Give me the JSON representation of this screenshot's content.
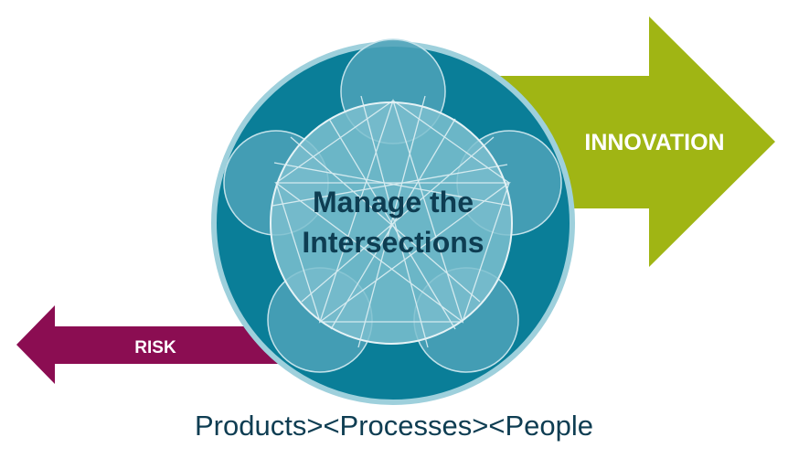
{
  "center_label": {
    "line1": "Manage the",
    "line2": "Intersections"
  },
  "arrows": {
    "innovation": {
      "label": "INNOVATION",
      "color": "#a0b514"
    },
    "risk": {
      "label": "RISK",
      "color": "#8b0d52"
    }
  },
  "caption": "Products><Processes><People",
  "colors": {
    "outer_circle": "#0a7e98",
    "outer_ring": "#9ed0dc",
    "petal_fill": "#4ea2b9",
    "inner_circle": "#7dbfcf",
    "center_text": "#0e3d52"
  }
}
